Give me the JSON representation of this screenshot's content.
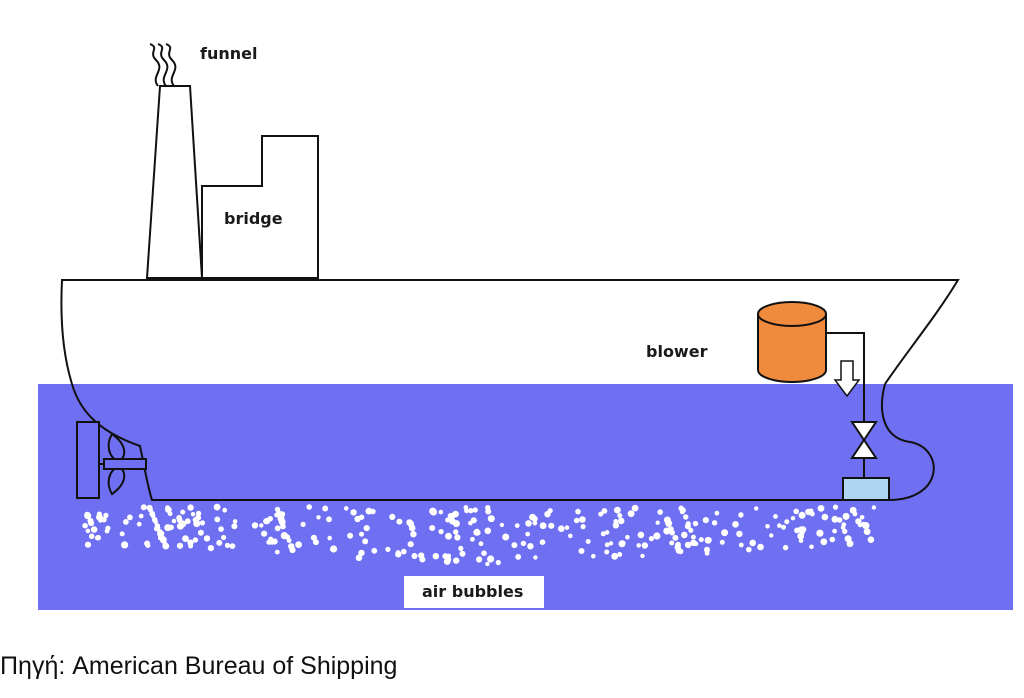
{
  "labels": {
    "funnel": "funnel",
    "bridge": "bridge",
    "blower": "blower",
    "air_bubbles": "air bubbles"
  },
  "caption": "Πηγή: American Bureau of Shipping",
  "colors": {
    "water": "#6f6ff2",
    "blower": "#f08a3c",
    "nozzle_box": "#aed6f0",
    "outline": "#111111",
    "bubbles": "#ffffff"
  },
  "icons": [
    "wavy-smoke-icon",
    "propeller-icon",
    "valve-icon",
    "down-arrow-icon"
  ]
}
